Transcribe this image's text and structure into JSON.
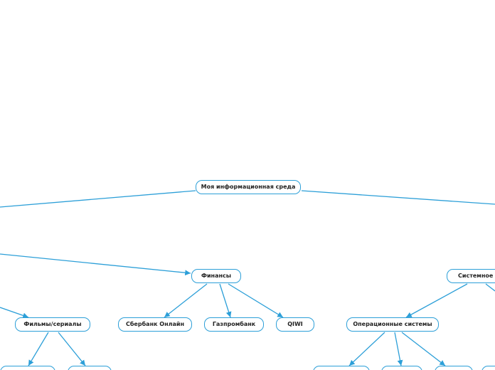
{
  "colors": {
    "line": "#2c9fd8",
    "node_border": "#2c9fd8",
    "node_fill": "#ffffff",
    "text": "#222222"
  },
  "nodes": {
    "root": "Моя информационная среда",
    "finance": "Финансы",
    "system_software": "Системное П",
    "films": "Фильмы/сериалы",
    "sberbank": "Сбербанк Онлайн",
    "gazprombank": "Газпромбанк",
    "qiwi": "QIWI",
    "os": "Операционные системы",
    "films_child_1": "",
    "films_child_2": "",
    "os_child_1": "",
    "os_child_2": "",
    "os_child_3": "",
    "sys_child_1": ""
  }
}
